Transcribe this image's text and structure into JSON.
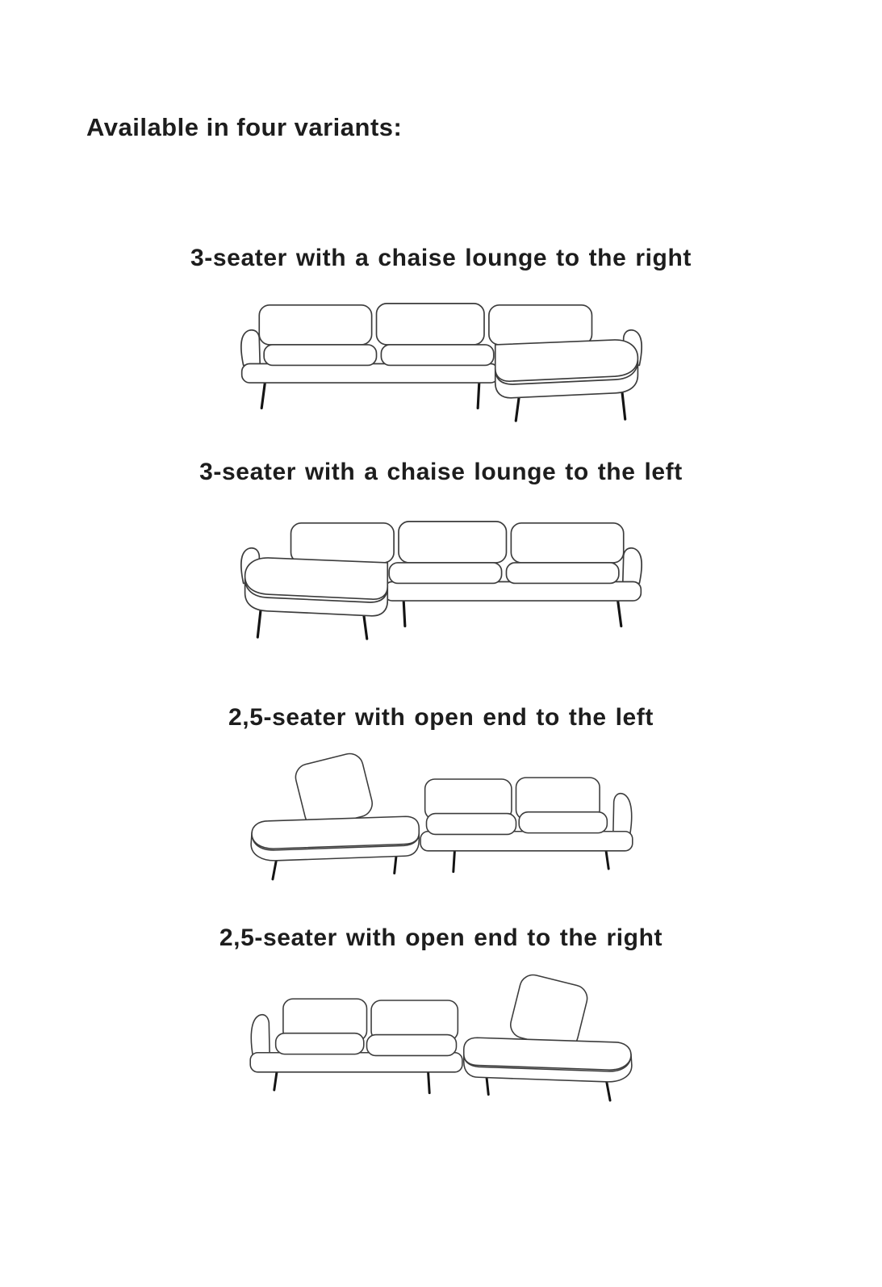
{
  "page": {
    "title": "Available in four variants:",
    "background_color": "#ffffff",
    "text_color": "#1d1d1d",
    "line_color": "#3c3c3c",
    "leg_color": "#141414"
  },
  "variants": [
    {
      "label": "3-seater with a chaise lounge to the right",
      "illustration": "sofa-chaise-right"
    },
    {
      "label": "3-seater with a chaise lounge to the left",
      "illustration": "sofa-chaise-left"
    },
    {
      "label": "2,5-seater with open end to the left",
      "illustration": "sofa-open-end-left"
    },
    {
      "label": "2,5-seater with open end to the right",
      "illustration": "sofa-open-end-right"
    }
  ]
}
